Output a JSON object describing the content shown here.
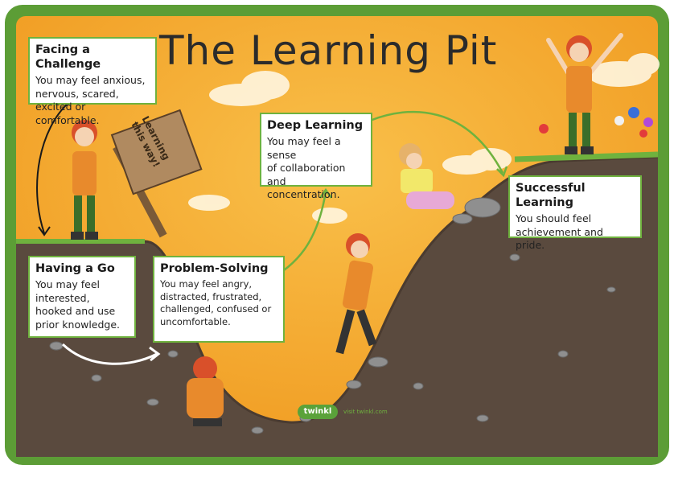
{
  "title": "The Learning Pit",
  "sign": "Learning\nthis way!",
  "stages": [
    {
      "heading": "Facing a Challenge",
      "text": "You may feel anxious,\nnervous, scared,\nexcited or comfortable."
    },
    {
      "heading": "Having a Go",
      "text": "You may feel\ninterested,\nhooked and use\nprior knowledge."
    },
    {
      "heading": "Problem-Solving",
      "text": "You may feel angry,\ndistracted, frustrated,\nchallenged, confused or\nuncomfortable."
    },
    {
      "heading": "Deep Learning",
      "text": "You may feel a sense\nof collaboration and\nconcentration."
    },
    {
      "heading": "Successful Learning",
      "text": "You should feel\nachievement and\npride."
    }
  ],
  "logo": "twinkl",
  "site": "visit twinkl.com",
  "colors": {
    "frame": "#5c9d36",
    "sky": "#f4a22a",
    "earth": "#5a4a3e",
    "grass": "#6fb23e",
    "hair": "#d9502a",
    "apron": "#e88a2c"
  }
}
